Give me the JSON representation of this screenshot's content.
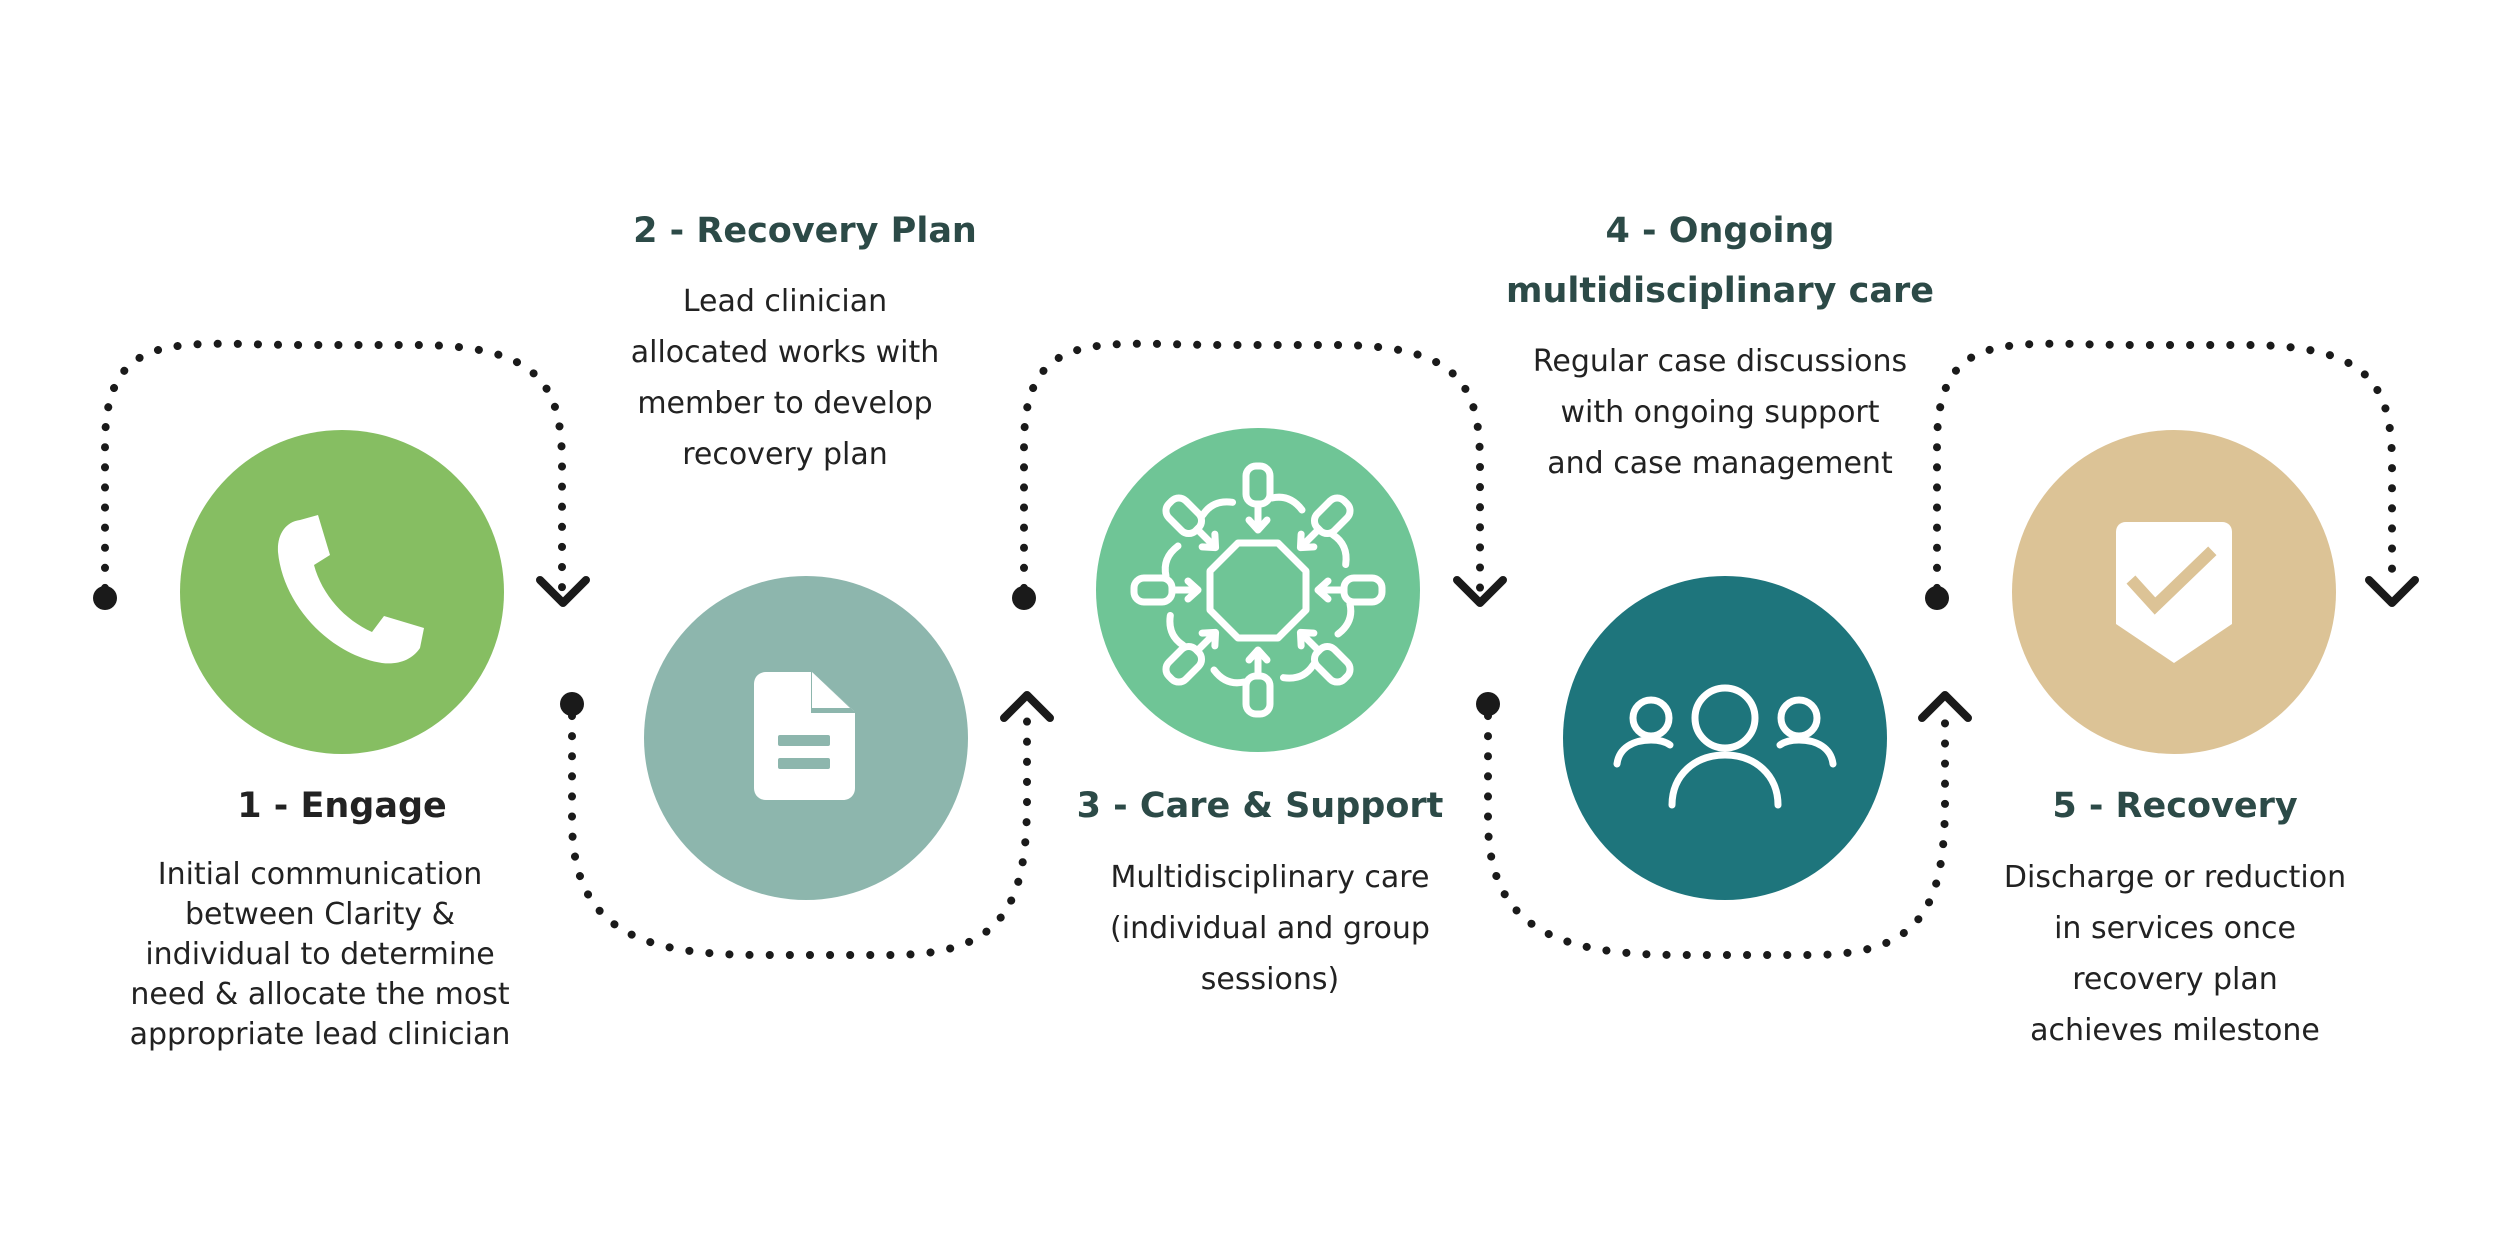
{
  "diagram": {
    "colors": {
      "step1": "#86be62",
      "step2": "#8db6ad",
      "step3": "#6fc596",
      "step4": "#1e757c",
      "step5": "#dcc396",
      "title": "#2c4a47",
      "text": "#222222",
      "connector": "#1a1a1a"
    },
    "steps": [
      {
        "title": "1 - Engage",
        "icon": "phone-icon",
        "description": [
          "Initial communication",
          "between Clarity &",
          "individual to determine",
          "need & allocate the most",
          "appropriate lead clinician"
        ]
      },
      {
        "title": "2 - Recovery Plan",
        "icon": "document-icon",
        "description": [
          "Lead clinician",
          "allocated works with",
          "member to develop",
          "recovery plan"
        ]
      },
      {
        "title": "3 - Care & Support",
        "icon": "care-network-icon",
        "description": [
          "Multidisciplinary care",
          "(individual and group",
          "sessions)"
        ]
      },
      {
        "title_lines": [
          "4 - Ongoing",
          "multidisciplinary care"
        ],
        "icon": "people-group-icon",
        "description": [
          "Regular case discussions",
          "with ongoing support",
          "and case management"
        ]
      },
      {
        "title": "5 - Recovery",
        "icon": "shield-check-icon",
        "description": [
          "Discharge or reduction",
          "in services once",
          "recovery plan",
          "achieves milestone"
        ]
      }
    ]
  }
}
